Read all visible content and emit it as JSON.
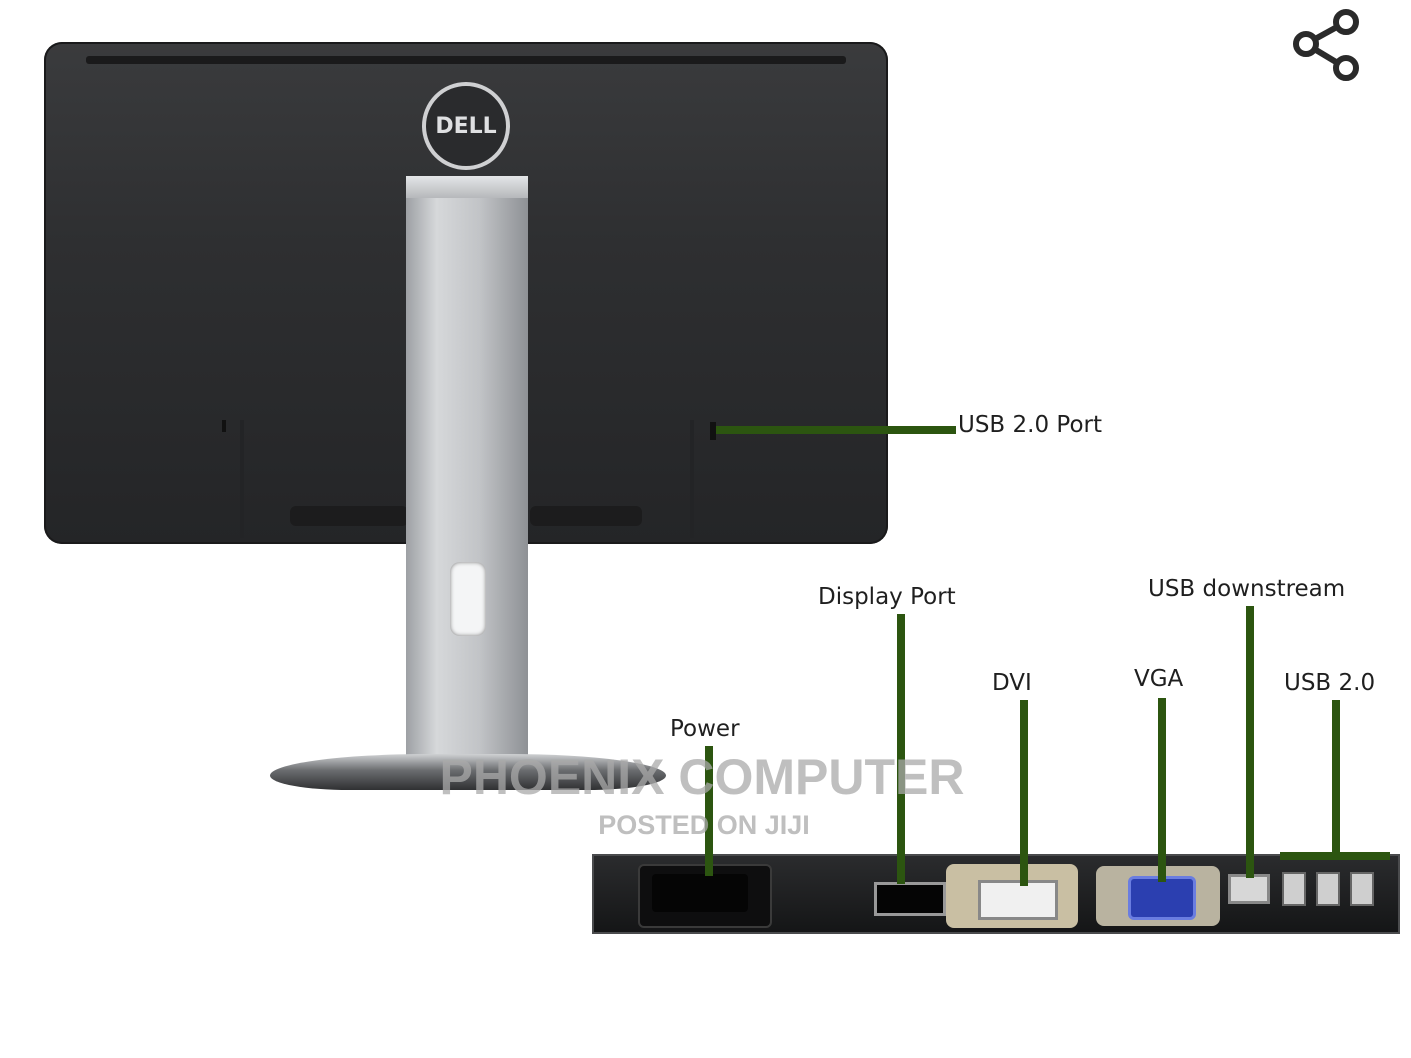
{
  "toolbar": {
    "share_icon": "share-icon"
  },
  "monitor": {
    "logo_text": "DELL"
  },
  "labels": {
    "usb_port": "USB 2.0 Port",
    "display_port": "Display Port",
    "usb_downstream": "USB downstream",
    "dvi": "DVI",
    "vga": "VGA",
    "usb_2": "USB 2.0",
    "power": "Power"
  },
  "watermark": {
    "line1": "PHOENIX COMPUTER",
    "line2": "POSTED ON JIJI"
  },
  "colors": {
    "leader_line": "#2c5510",
    "watermark": "#aaaaaa",
    "monitor_body": "#2e2f31",
    "vga_port": "#2b3fb0"
  }
}
